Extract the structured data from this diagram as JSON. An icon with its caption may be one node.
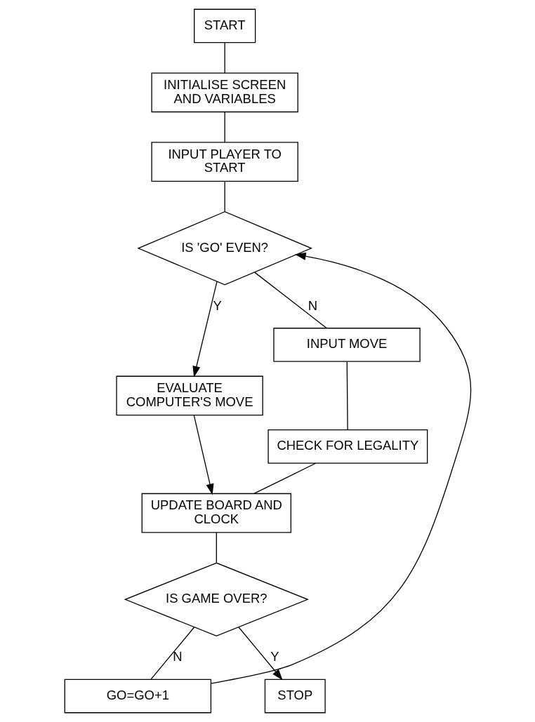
{
  "diagram": {
    "nodes": [
      {
        "text": [
          "START"
        ]
      },
      {
        "text": [
          "INITIALISE SCREEN AND VARIABLES"
        ]
      },
      {
        "text": [
          "INPUT PLAYER TO START"
        ]
      },
      {
        "text": [
          "IS 'GO' EVEN?"
        ]
      },
      {
        "text": [
          "EVALUATE COMPUTER'S MOVE"
        ]
      },
      {
        "text": [
          "INPUT MOVE"
        ]
      },
      {
        "text": [
          "CHECK FOR LEGALITY"
        ]
      },
      {
        "text": [
          "UPDATE BOARD AND CLOCK"
        ]
      },
      {
        "text": [
          "IS GAME OVER?"
        ]
      },
      {
        "text": [
          "GO=GO+1"
        ]
      },
      {
        "text": [
          "STOP"
        ]
      }
    ],
    "edges": [
      {
        "from": 0,
        "to": 1,
        "arrow": "none"
      },
      {
        "from": 1,
        "to": 2,
        "arrow": "none"
      },
      {
        "from": 2,
        "to": 3,
        "arrow": "none"
      },
      {
        "from": 3,
        "to": 4,
        "arrow": "to",
        "label": "Y"
      },
      {
        "from": 3,
        "to": 5,
        "arrow": "none",
        "label": "N"
      },
      {
        "from": 5,
        "to": 6,
        "arrow": "none"
      },
      {
        "from": 4,
        "to": 7,
        "arrow": "to"
      },
      {
        "from": 6,
        "to": 7,
        "arrow": "none"
      },
      {
        "from": 7,
        "to": 8,
        "arrow": "none"
      },
      {
        "from": 8,
        "to": 10,
        "arrow": "to",
        "label": "Y"
      },
      {
        "from": 8,
        "to": 9,
        "arrow": "none",
        "label": "N"
      },
      {
        "from": 9,
        "to": 3,
        "arrow": "to"
      }
    ]
  }
}
